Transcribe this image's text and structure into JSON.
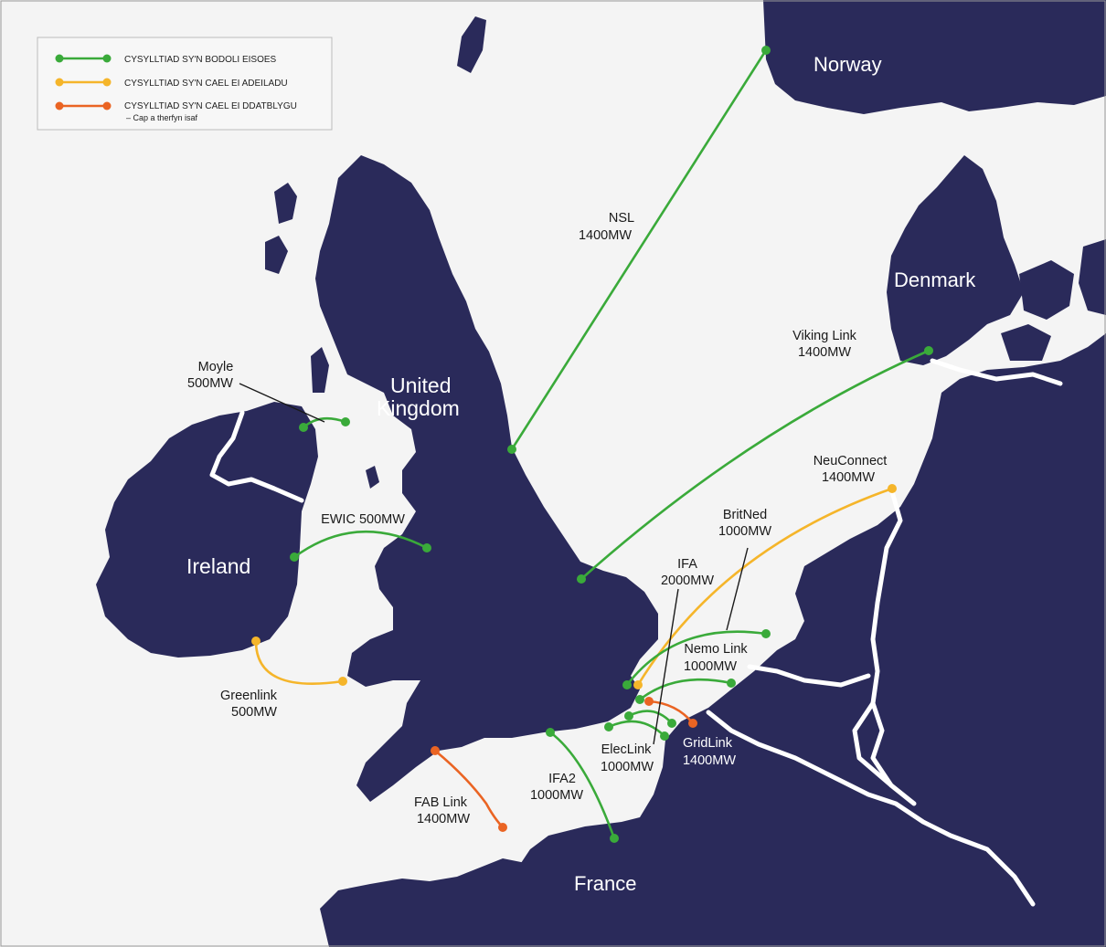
{
  "colors": {
    "land": "#2a2a5a",
    "sea": "#f4f4f4",
    "border": "#ffffff",
    "existing": "#3aaa3a",
    "under_construction": "#f5b52a",
    "in_development": "#ea6423"
  },
  "legend": {
    "existing": "CYSYLLTIAD SY'N BODOLI EISOES",
    "under_construction": "CYSYLLTIAD SY'N CAEL EI ADEILADU",
    "in_development": "CYSYLLTIAD SY'N CAEL EI DDATBLYGU",
    "in_development_note": "– Cap a therfyn isaf"
  },
  "countries": {
    "norway": "Norway",
    "denmark": "Denmark",
    "uk_line1": "United",
    "uk_line2": "Kingdom",
    "ireland": "Ireland",
    "france": "France"
  },
  "links": [
    {
      "key": "nsl",
      "status": "existing",
      "line1": "NSL",
      "line2": "1400MW"
    },
    {
      "key": "viking",
      "status": "existing",
      "line1": "Viking Link",
      "line2": "1400MW"
    },
    {
      "key": "moyle",
      "status": "existing",
      "line1": "Moyle",
      "line2": "500MW"
    },
    {
      "key": "ewic",
      "status": "existing",
      "line1": "EWIC 500MW",
      "line2": ""
    },
    {
      "key": "greenlink",
      "status": "under_construction",
      "line1": "Greenlink",
      "line2": "500MW"
    },
    {
      "key": "neuconnect",
      "status": "under_construction",
      "line1": "NeuConnect",
      "line2": "1400MW"
    },
    {
      "key": "britned",
      "status": "existing",
      "line1": "BritNed",
      "line2": "1000MW"
    },
    {
      "key": "ifa",
      "status": "existing",
      "line1": "IFA",
      "line2": "2000MW"
    },
    {
      "key": "nemo",
      "status": "existing",
      "line1": "Nemo Link",
      "line2": "1000MW"
    },
    {
      "key": "eleclink",
      "status": "existing",
      "line1": "ElecLink",
      "line2": "1000MW"
    },
    {
      "key": "gridlink",
      "status": "in_development",
      "line1": "GridLink",
      "line2": "1400MW"
    },
    {
      "key": "ifa2",
      "status": "existing",
      "line1": "IFA2",
      "line2": "1000MW"
    },
    {
      "key": "fab",
      "status": "in_development",
      "line1": "FAB Link",
      "line2": "1400MW"
    }
  ]
}
